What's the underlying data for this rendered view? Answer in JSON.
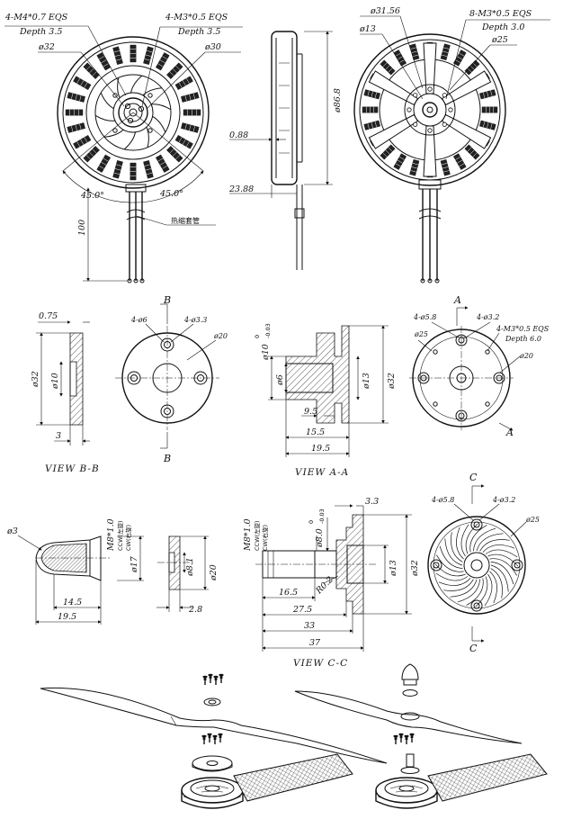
{
  "top_view_left": {
    "callout_holes_m4": "4-M4*0.7 EQS",
    "callout_holes_m4_depth": "Depth 3.5",
    "callout_holes_m3": "4-M3*0.5 EQS",
    "callout_holes_m3_depth": "Depth 3.5",
    "dia_32": "ø32",
    "dia_30": "ø30",
    "angle_left": "45.0°",
    "angle_right": "45.0°",
    "heat_shrink_label": "热缩套管",
    "lead_length": "100"
  },
  "side_view": {
    "dia_86_8": "ø86.8",
    "gap_0_88": "0.88",
    "height_23_88": "23.88"
  },
  "top_view_right": {
    "dia_31_56": "ø31.56",
    "dia_13": "ø13",
    "callout_holes_m3": "8-M3*0.5 EQS",
    "callout_holes_m3_depth": "Depth 3.0",
    "dia_25": "ø25"
  },
  "view_bb": {
    "title": "VIEW B-B",
    "section_marker": "B",
    "washer_thickness_top": "0.75",
    "washer_dia_32": "ø32",
    "washer_dia_10": "ø10",
    "washer_thickness": "3",
    "holes_dia6": "4-ø6",
    "holes_dia3_3": "4-ø3.3",
    "bolt_circle_20": "ø20"
  },
  "view_aa": {
    "title": "VIEW A-A",
    "section_marker": "A",
    "shaft_dia": "ø10",
    "shaft_tol_upper": "0",
    "shaft_tol_lower": "-0.03",
    "dia_6": "ø6",
    "dia_13": "ø13",
    "dia_32": "ø32",
    "len_9_5": "9.5",
    "len_15_5": "15.5",
    "len_19_5": "19.5",
    "holes_dia5_8": "4-ø5.8",
    "holes_dia3_2": "4-ø3.2",
    "dia_25": "ø25",
    "callout_holes_m3": "4-M3*0.5 EQS",
    "callout_holes_m3_depth": "Depth 6.0",
    "bolt_circle_20": "ø20"
  },
  "view_cc": {
    "title": "VIEW C-C",
    "section_marker": "C",
    "nut_dia_3": "ø3",
    "nut_thread": "M8*1.0",
    "nut_ccw": "CCW(左旋)",
    "nut_cw": "CW(右旋)",
    "nut_dia_17": "ø17",
    "nut_len_14_5": "14.5",
    "nut_len_19_5": "19.5",
    "washer_dia_8_1": "ø8.1",
    "washer_dia_20": "ø20",
    "washer_thickness": "2.8",
    "shaft_thread": "M8*1.0",
    "shaft_ccw": "CCW(左旋)",
    "shaft_cw": "CW(右旋)",
    "shaft_dia_8": "ø8.0",
    "shaft_tol_upper": "0",
    "shaft_tol_lower": "-0.03",
    "len_3_3": "3.3",
    "dia_13": "ø13",
    "dia_32": "ø32",
    "radius": "R0.2",
    "len_16_5": "16.5",
    "len_27_5": "27.5",
    "len_33": "33",
    "len_37": "37",
    "holes_dia5_8": "4-ø5.8",
    "holes_dia3_2": "4-ø3.2",
    "dia_25": "ø25"
  }
}
